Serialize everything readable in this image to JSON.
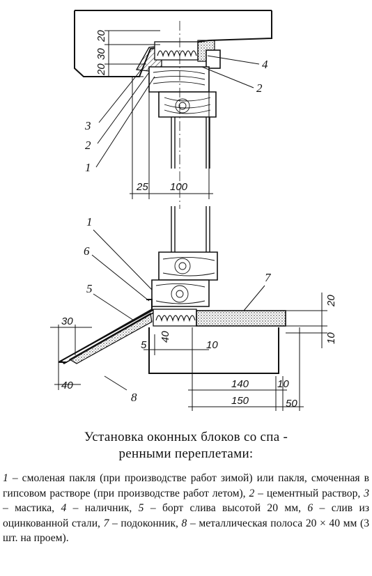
{
  "dimensions": {
    "d20_top": "20",
    "d30": "30",
    "d20_mid": "20",
    "d25": "25",
    "d100": "100",
    "d20_right": "20",
    "d10_right": "10",
    "d30_sill": "30",
    "d40_sill": "40",
    "d5": "5",
    "d40_wall": "40",
    "d10_low": "10",
    "d140": "140",
    "d10_b": "10",
    "d150": "150",
    "d50": "50"
  },
  "callouts": {
    "top_4": "4",
    "top_2_right": "2",
    "top_3": "3",
    "top_2_left": "2",
    "top_1": "1",
    "low_1": "1",
    "low_6": "6",
    "low_5": "5",
    "low_7": "7",
    "low_8": "8"
  },
  "caption": {
    "line1": "Установка оконных блоков со спа -",
    "line2": "ренными переплетами:"
  },
  "legend": [
    {
      "num": "1",
      "text": " – смоленая пакля (при производстве работ зимой) или пакля, смоченная в гипсовом растворе (при производстве работ летом), "
    },
    {
      "num": "2",
      "text": " – цементный раствор, "
    },
    {
      "num": "3",
      "text": " – мастика, "
    },
    {
      "num": "4",
      "text": " – наличник, "
    },
    {
      "num": "5",
      "text": " – борт слива высотой 20 мм, "
    },
    {
      "num": "6",
      "text": " – слив из оцинкованной стали, "
    },
    {
      "num": "7",
      "text": " – подоконник, "
    },
    {
      "num": "8",
      "text": " – металлическая полоса 20 × 40 мм (3 шт. на проем)."
    }
  ]
}
